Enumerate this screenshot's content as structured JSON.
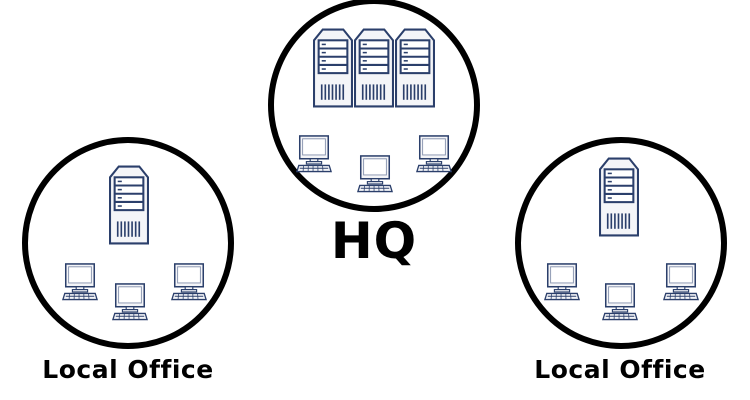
{
  "diagram": {
    "type": "network-topology",
    "colors": {
      "ring": "#000000",
      "device_stroke": "#2b3f6b",
      "device_fill": "#f4f5f8",
      "label": "#000000"
    },
    "sites": [
      {
        "id": "hq",
        "label": "HQ",
        "servers": 3,
        "computers": 3
      },
      {
        "id": "local-left",
        "label": "Local Office",
        "servers": 1,
        "computers": 3
      },
      {
        "id": "local-right",
        "label": "Local Office",
        "servers": 1,
        "computers": 3
      }
    ]
  }
}
